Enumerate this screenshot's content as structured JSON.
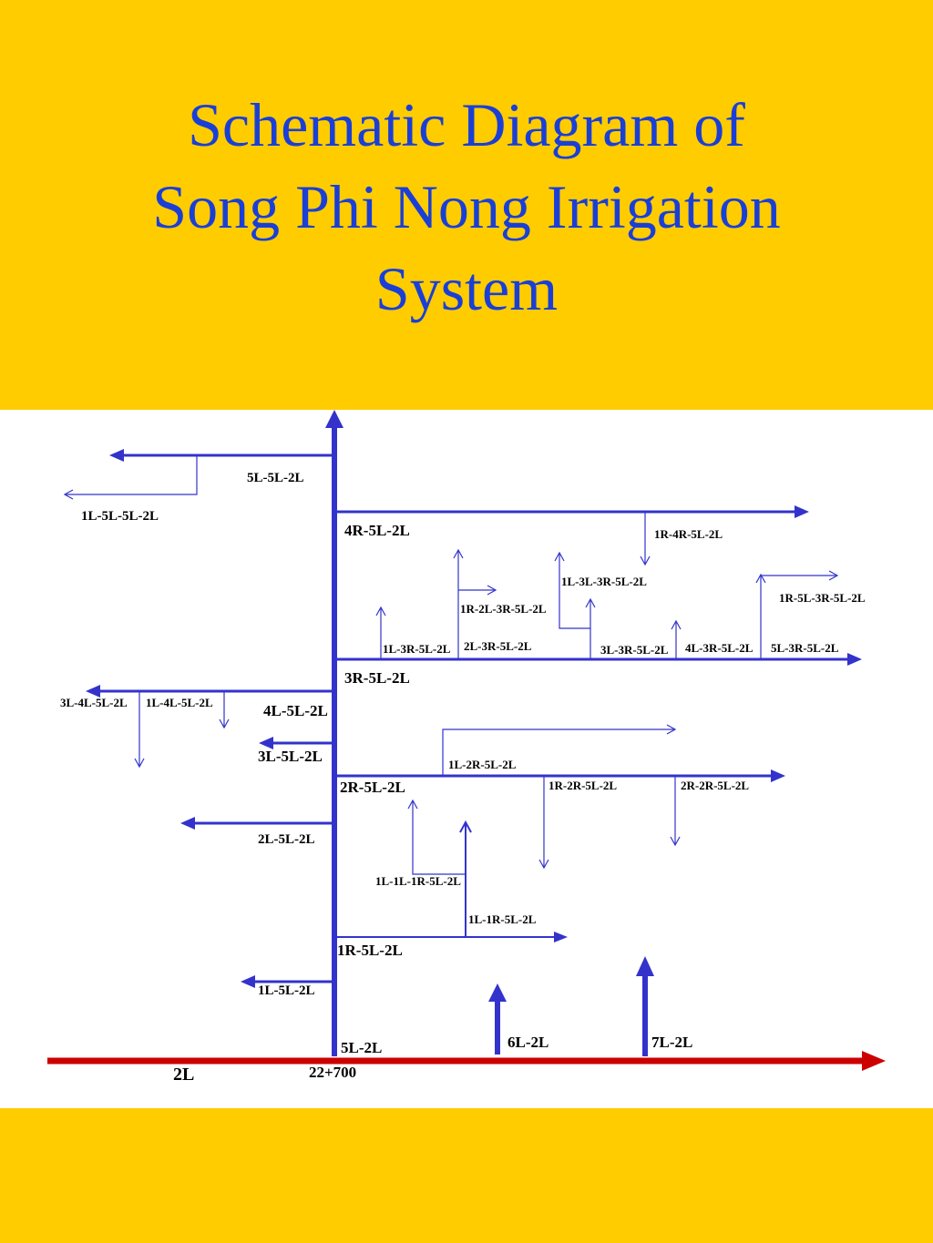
{
  "title": {
    "line1": "Schematic Diagram of",
    "line2": "Song Phi Nong Irrigation",
    "line3": "System"
  },
  "colors": {
    "background": "#ffcc00",
    "title_text": "#1a3fd6",
    "canal": "#3333cc",
    "main_canal": "#cc0000",
    "panel": "#ffffff"
  },
  "labels": {
    "c5L_5L_2L": "5L-5L-2L",
    "c1L_5L_5L_2L": "1L-5L-5L-2L",
    "c4R_5L_2L": "4R-5L-2L",
    "c1R_4R_5L_2L": "1R-4R-5L-2L",
    "c1L_3L_3R_5L_2L": "1L-3L-3R-5L-2L",
    "c1R_2L_3R_5L_2L": "1R-2L-3R-5L-2L",
    "c1R_5L_3R_5L_2L": "1R-5L-3R-5L-2L",
    "c1L_3R_5L_2L": "1L-3R-5L-2L",
    "c2L_3R_5L_2L": "2L-3R-5L-2L",
    "c3L_3R_5L_2L": "3L-3R-5L-2L",
    "c4L_3R_5L_2L": "4L-3R-5L-2L",
    "c5L_3R_5L_2L": "5L-3R-5L-2L",
    "c3R_5L_2L": "3R-5L-2L",
    "c3L_4L_5L_2L": "3L-4L-5L-2L",
    "c1L_4L_5L_2L": "1L-4L-5L-2L",
    "c4L_5L_2L": "4L-5L-2L",
    "c3L_5L_2L": "3L-5L-2L",
    "c1L_2R_5L_2L": "1L-2R-5L-2L",
    "c2R_5L_2L": "2R-5L-2L",
    "c1R_2R_5L_2L": "1R-2R-5L-2L",
    "c2R_2R_5L_2L": "2R-2R-5L-2L",
    "c2L_5L_2L": "2L-5L-2L",
    "c1L_1L_1R_5L_2L": "1L-1L-1R-5L-2L",
    "c1L_1R_5L_2L": "1L-1R-5L-2L",
    "c1R_5L_2L": "1R-5L-2L",
    "c1L_5L_2L": "1L-5L-2L",
    "c5L_2L": "5L-2L",
    "c6L_2L": "6L-2L",
    "c7L_2L": "7L-2L",
    "c2L": "2L",
    "station": "22+700"
  }
}
